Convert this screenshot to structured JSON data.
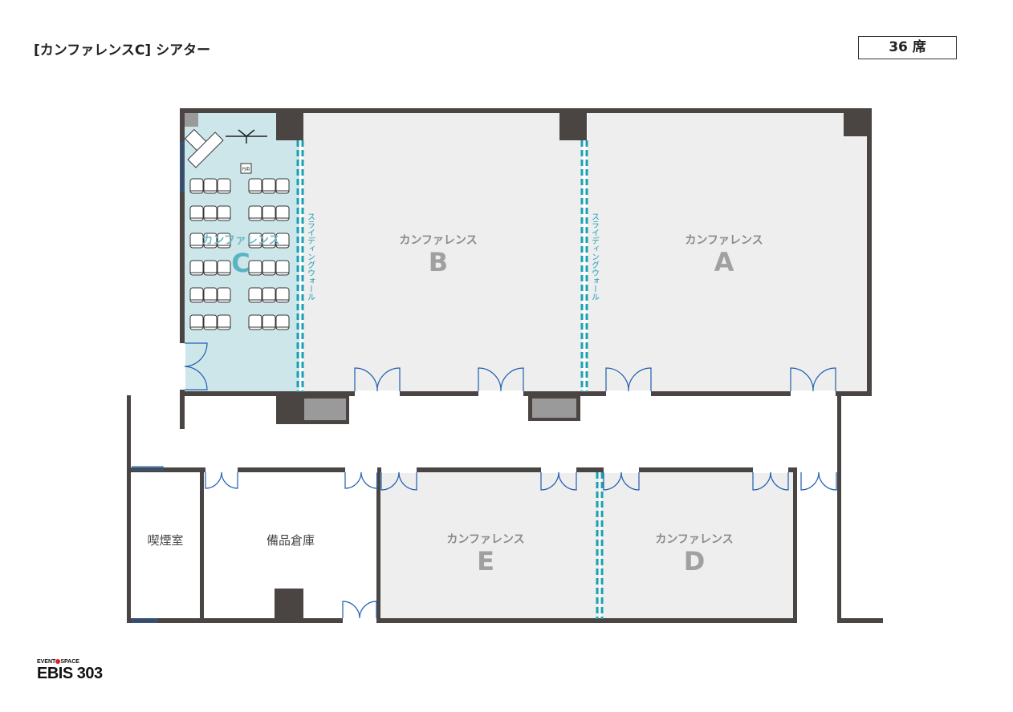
{
  "header": {
    "title": "[カンファレンスC] シアター",
    "seat_count": "36 席"
  },
  "rooms": {
    "a": {
      "label": "カンファレンス",
      "letter": "A"
    },
    "b": {
      "label": "カンファレンス",
      "letter": "B"
    },
    "c": {
      "label": "カンファレンス",
      "letter": "C"
    },
    "d": {
      "label": "カンファレンス",
      "letter": "D"
    },
    "e": {
      "label": "カンファレンス",
      "letter": "E"
    },
    "smoking": {
      "label": "喫煙室"
    },
    "storage": {
      "label": "備品倉庫"
    }
  },
  "sliding_wall_label": "スライディングウォール",
  "projector_label": "PJ用",
  "logo": {
    "top": "EVENT SPACE",
    "main": "EBIS 303"
  },
  "colors": {
    "wall": "#4a4542",
    "room": "#eeeeee",
    "selected_room": "#cde6ea",
    "sliding_wall": "#1aa0b4",
    "door": "#1f5fb0"
  },
  "seating": {
    "rows": 6,
    "blocks": 2,
    "seats_per_block": 3
  }
}
